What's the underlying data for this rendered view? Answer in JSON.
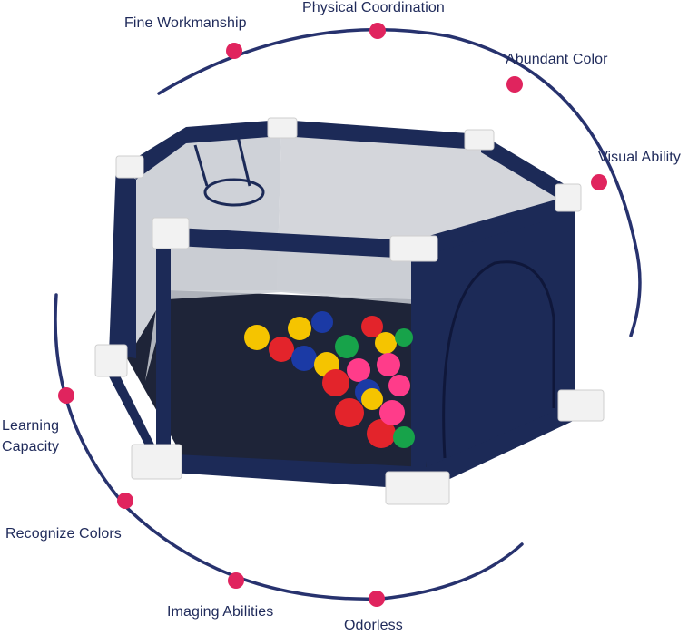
{
  "features": [
    {
      "id": "fine-workmanship",
      "label": "Fine Workmanship"
    },
    {
      "id": "physical-coordination",
      "label": "Physical Coordination"
    },
    {
      "id": "abundant-color",
      "label": "Abundant Color"
    },
    {
      "id": "visual-ability",
      "label": "Visual Ability"
    },
    {
      "id": "learning-capacity",
      "label": "Learning Capacity"
    },
    {
      "id": "recognize-colors",
      "label": "Recognize Colors"
    },
    {
      "id": "imaging-abilities",
      "label": "Imaging Abilities"
    },
    {
      "id": "odorless",
      "label": "Odorless"
    }
  ],
  "colors": {
    "arc": "#27326e",
    "dot": "#e0245e",
    "label": "#1f2a5a",
    "fabric": "#1c2a57",
    "fabric_dark": "#131d40",
    "mesh": "#d7d9de",
    "connector": "#f3f3f3"
  }
}
